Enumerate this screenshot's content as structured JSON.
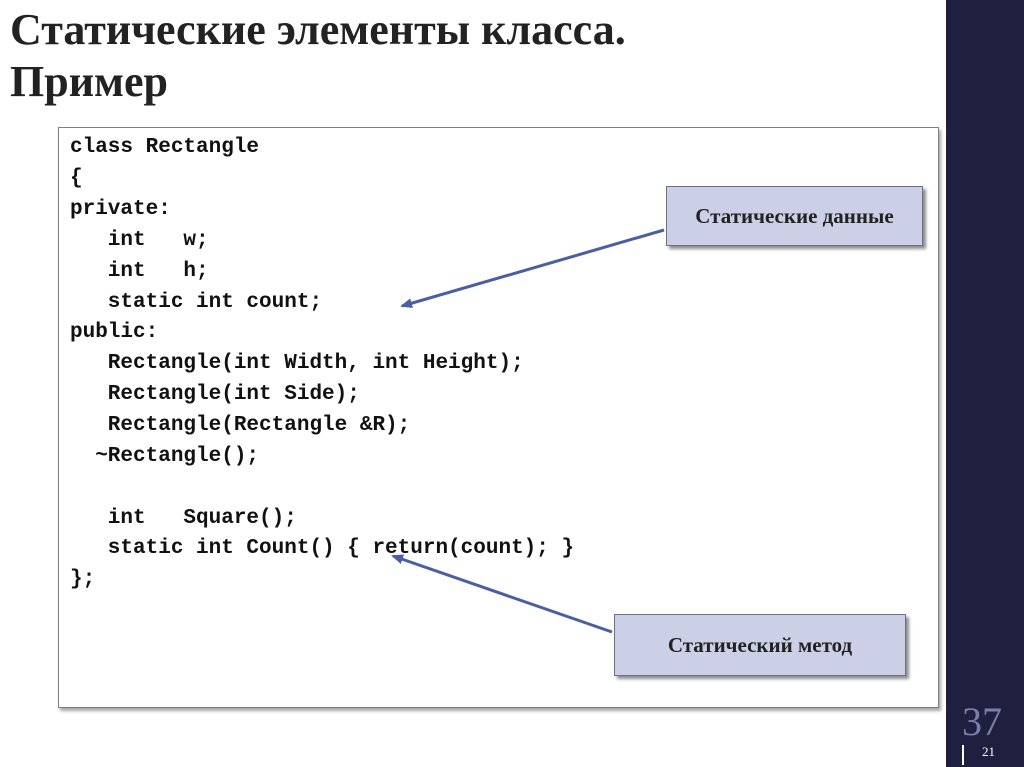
{
  "title": {
    "line1": "Статические элементы класса.",
    "line2": "Пример"
  },
  "code": {
    "lines": [
      "class Rectangle",
      "{",
      "private:",
      "   int   w;",
      "   int   h;",
      "   static int count;",
      "public:",
      "   Rectangle(int Width, int Height);",
      "   Rectangle(int Side);",
      "   Rectangle(Rectangle &R);",
      "  ~Rectangle();",
      "",
      "   int   Square();",
      "   static int Count() { return(count); }",
      "};"
    ]
  },
  "callouts": {
    "static_data": "Статические данные",
    "static_method": "Статический метод"
  },
  "page": {
    "number": "37",
    "sub_number": "21"
  },
  "colors": {
    "sidebar": "#1f2040",
    "callout_fill": "#ccd0e6",
    "arrow": "#4a5fa3"
  }
}
